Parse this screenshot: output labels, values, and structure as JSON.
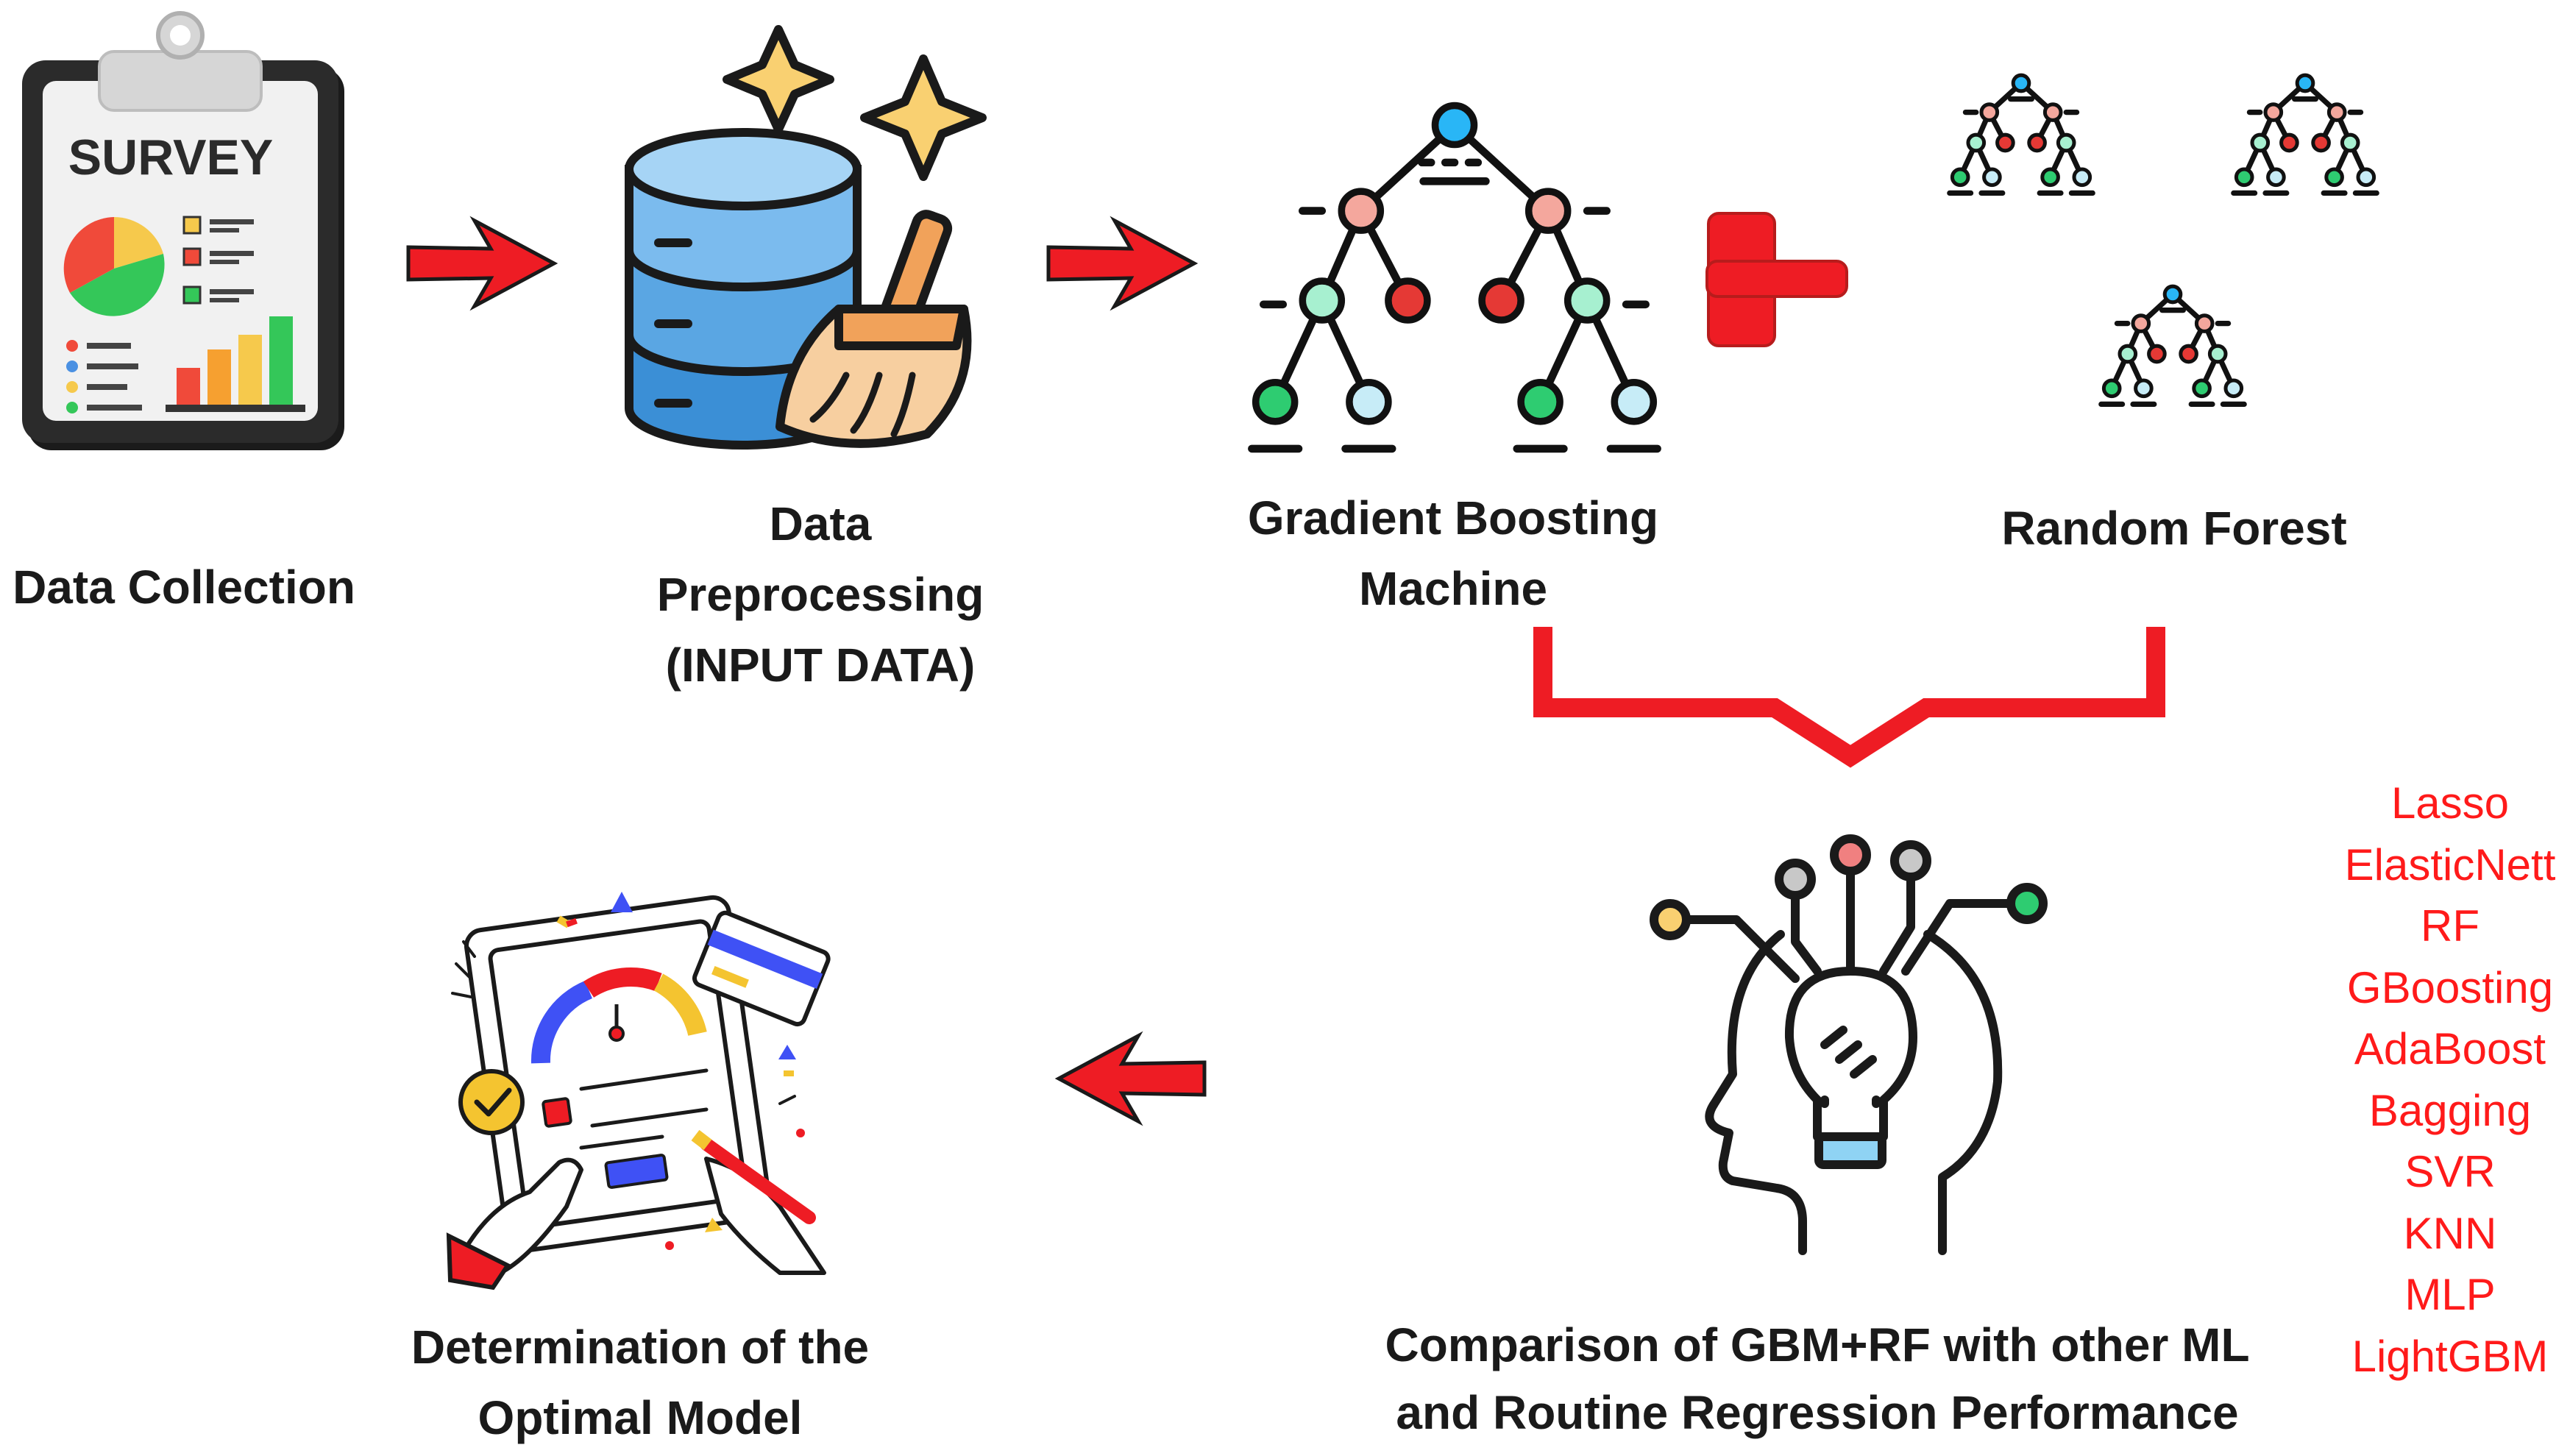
{
  "steps": {
    "collection": {
      "label": "Data Collection",
      "icon": "survey-clipboard-icon",
      "icon_text": "SURVEY"
    },
    "preprocessing": {
      "line1": "Data",
      "line2": "Preprocessing",
      "line3": "(INPUT DATA)",
      "icon": "database-broom-icon"
    },
    "gbm": {
      "line1": "Gradient Boosting",
      "line2": "Machine",
      "icon": "decision-tree-icon"
    },
    "rf": {
      "label": "Random Forest",
      "icon": "tree-forest-icon"
    },
    "comparison": {
      "line1": "Comparison of GBM+RF with other ML",
      "line2": "and Routine Regression Performance",
      "icon": "ai-head-lightbulb-icon"
    },
    "optimal": {
      "line1": "Determination of the",
      "line2": "Optimal Model",
      "icon": "tablet-gauge-icon"
    }
  },
  "models": [
    "Lasso",
    "ElasticNett",
    "RF",
    "GBoosting",
    "AdaBoost",
    "Bagging",
    "SVR",
    "KNN",
    "MLP",
    "LightGBM"
  ],
  "colors": {
    "arrow": "#ee1c24",
    "model_text": "#ff1a1a",
    "node_blue": "#29b6f6",
    "node_pink": "#f4a79d",
    "node_red": "#e53935",
    "node_green": "#2ecc71",
    "node_lightblue": "#c7ecf7",
    "db_blue": "#4a9ad8",
    "star_yellow": "#f9d071"
  }
}
